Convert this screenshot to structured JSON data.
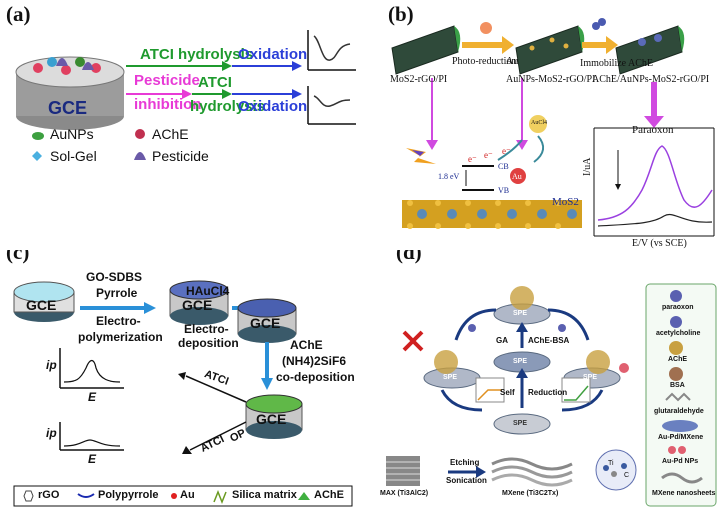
{
  "panels": {
    "a": {
      "label": "(a)",
      "gce": "GCE",
      "row1": {
        "step1": "ATCI hydrolysis",
        "step2": "Oxidation"
      },
      "row2": {
        "pesticide": "Pesticide",
        "inhibition": "inhibition",
        "atci": "ATCI",
        "hydrolysis": "hydrolysis",
        "oxidation": "Oxidation"
      },
      "legend": {
        "aunps": "AuNPs",
        "ache": "AChE",
        "solgel": "Sol-Gel",
        "pesticide": "Pesticide"
      },
      "colors": {
        "step_green": "#1f9a2e",
        "oxidation_blue": "#2b3fd8",
        "pink": "#e83ad6"
      }
    },
    "b": {
      "label": "(b)",
      "material1": "MoS2-rGO/PI",
      "photoreduction": "Photo-reduction",
      "au": "Au",
      "material2": "AuNPs-MoS2-rGO/PI",
      "immobilize": "Immobilize",
      "ache": "AChE",
      "material3": "AChE/AuNPs-MoS2-rGO/PI",
      "paraoxon": "Paraoxon",
      "band": {
        "gap": "1.8 eV",
        "cb": "CB",
        "vb": "VB",
        "electron": "e⁻",
        "auc": "AuCl4",
        "au": "Au",
        "mos2": "MoS2"
      },
      "axes": {
        "y": "I/uA",
        "x": "E/V (vs SCE)"
      }
    },
    "c": {
      "label": "(c)",
      "gce": "GCE",
      "step1_top": "GO-SDBS",
      "step1_top2": "Pyrrole",
      "step1_bot": "Electro-",
      "step1_bot2": "polymerization",
      "step2_top": "HAuCl4",
      "step2_bot": "Electro-",
      "step2_bot2": "deposition",
      "step3_a": "AChE",
      "step3_b": "(NH4)2SiF6",
      "step3_c": "co-deposition",
      "atci": "ATCI",
      "op": "OP",
      "ip": "ip",
      "e": "E",
      "legend": {
        "rgo": "rGO",
        "ppy": "Polypyrrole",
        "au": "Au",
        "silica": "Silica matrix",
        "ache": "AChE"
      }
    },
    "d": {
      "label": "(d)",
      "spe": "SPE",
      "ga": "GA",
      "ache_bsa": "AChE-BSA",
      "self": "Self",
      "reduction": "Reduction",
      "etching": "Etching",
      "sonication": "Sonication",
      "max": "MAX (Ti3AlC2)",
      "mxene": "MXene (Ti3C2Tx)",
      "ti": "Ti",
      "c": "C",
      "legend": [
        "paraoxon",
        "acetylcholine",
        "AChE",
        "BSA",
        "glutaraldehyde",
        "Au-Pd/MXene",
        "Au-Pd NPs",
        "MXene nanosheets"
      ]
    }
  }
}
